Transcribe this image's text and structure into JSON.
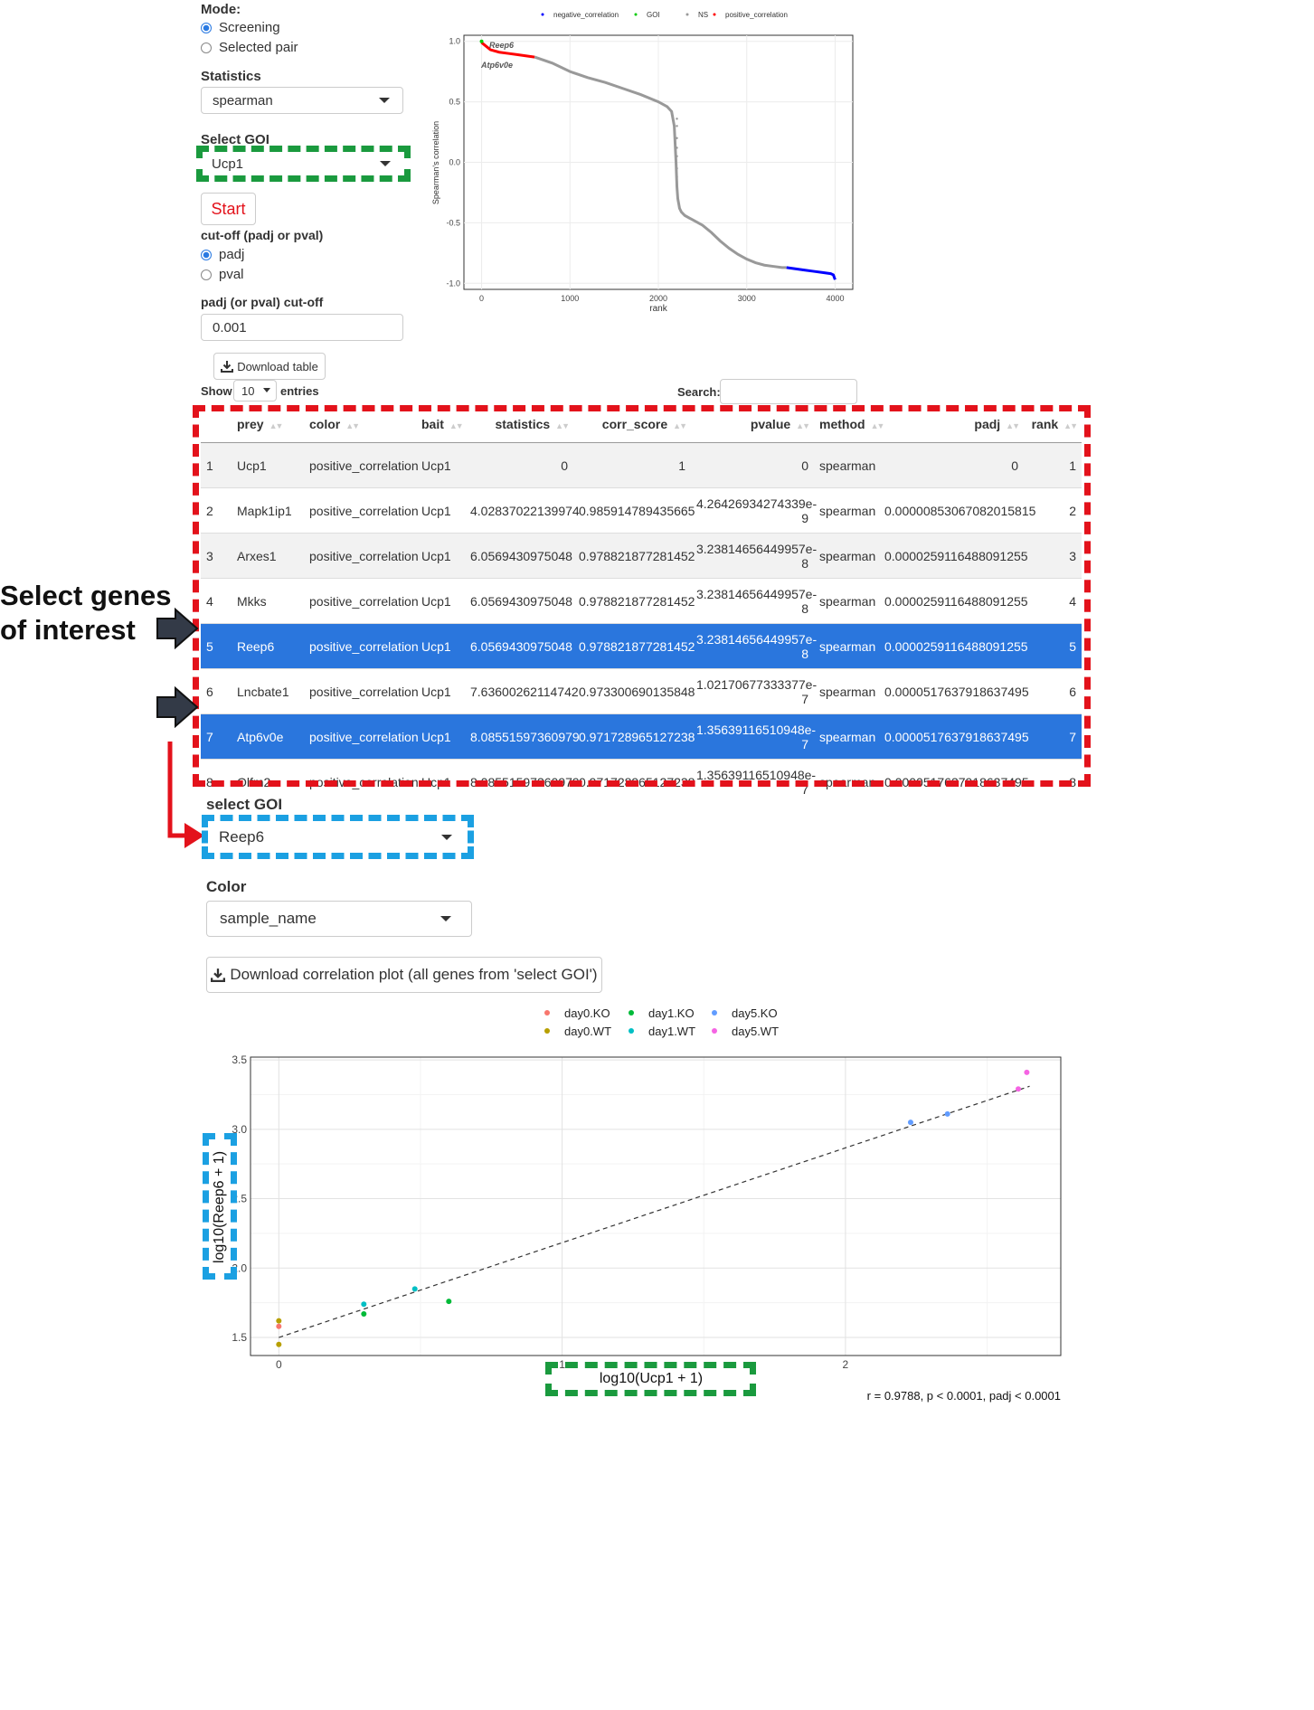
{
  "sidebar": {
    "mode_label": "Mode:",
    "mode_options": [
      "Screening",
      "Selected pair"
    ],
    "statistics_label": "Statistics",
    "statistics_value": "spearman",
    "goi_label": "Select GOI",
    "goi_value": "Ucp1",
    "start_label": "Start",
    "cutoff_label": "cut-off (padj or pval)",
    "cutoff_options": [
      "padj",
      "pval"
    ],
    "cutoff_value_label": "padj (or pval) cut-off",
    "cutoff_value": "0.001",
    "download_table_label": "Download table"
  },
  "table_controls": {
    "show_label": "Show",
    "show_value": "10",
    "entries_label": "entries",
    "search_label": "Search:"
  },
  "table": {
    "headers": [
      "",
      "prey",
      "color",
      "bait",
      "statistics",
      "corr_score",
      "pvalue",
      "method",
      "padj",
      "rank"
    ],
    "rows": [
      {
        "idx": "1",
        "prey": "Ucp1",
        "color": "positive_correlation",
        "bait": "Ucp1",
        "statistics": "0",
        "corr_score": "1",
        "pvalue_a": "0",
        "pvalue_b": "",
        "method": "spearman",
        "padj": "0",
        "rank": "1",
        "selected": false
      },
      {
        "idx": "2",
        "prey": "Mapk1ip1",
        "color": "positive_correlation",
        "bait": "Ucp1",
        "statistics": "4.02837022139974",
        "corr_score": "0.985914789435665",
        "pvalue_a": "4.26426934274339e-",
        "pvalue_b": "9",
        "method": "spearman",
        "padj": "0.00000853067082015815",
        "rank": "2",
        "selected": false
      },
      {
        "idx": "3",
        "prey": "Arxes1",
        "color": "positive_correlation",
        "bait": "Ucp1",
        "statistics": "6.0569430975048",
        "corr_score": "0.978821877281452",
        "pvalue_a": "3.23814656449957e-",
        "pvalue_b": "8",
        "method": "spearman",
        "padj": "0.0000259116488091255",
        "rank": "3",
        "selected": false
      },
      {
        "idx": "4",
        "prey": "Mkks",
        "color": "positive_correlation",
        "bait": "Ucp1",
        "statistics": "6.0569430975048",
        "corr_score": "0.978821877281452",
        "pvalue_a": "3.23814656449957e-",
        "pvalue_b": "8",
        "method": "spearman",
        "padj": "0.0000259116488091255",
        "rank": "4",
        "selected": false
      },
      {
        "idx": "5",
        "prey": "Reep6",
        "color": "positive_correlation",
        "bait": "Ucp1",
        "statistics": "6.0569430975048",
        "corr_score": "0.978821877281452",
        "pvalue_a": "3.23814656449957e-",
        "pvalue_b": "8",
        "method": "spearman",
        "padj": "0.0000259116488091255",
        "rank": "5",
        "selected": true
      },
      {
        "idx": "6",
        "prey": "Lncbate1",
        "color": "positive_correlation",
        "bait": "Ucp1",
        "statistics": "7.63600262114742",
        "corr_score": "0.973300690135848",
        "pvalue_a": "1.02170677333377e-",
        "pvalue_b": "7",
        "method": "spearman",
        "padj": "0.0000517637918637495",
        "rank": "6",
        "selected": false
      },
      {
        "idx": "7",
        "prey": "Atp6v0e",
        "color": "positive_correlation",
        "bait": "Ucp1",
        "statistics": "8.08551597360979",
        "corr_score": "0.971728965127238",
        "pvalue_a": "1.35639116510948e-",
        "pvalue_b": "7",
        "method": "spearman",
        "padj": "0.0000517637918637495",
        "rank": "7",
        "selected": true
      },
      {
        "idx": "8",
        "prey": "Olfm2",
        "color": "positive_correlation",
        "bait": "Ucp1",
        "statistics": "8.08551597360979",
        "corr_score": "0.971728965127238",
        "pvalue_a": "1.35639116510948e-",
        "pvalue_b": "7",
        "method": "spearman",
        "padj": "0.0000517637918637495",
        "rank": "8",
        "selected": false
      }
    ]
  },
  "annotation": {
    "line1": "Select genes",
    "line2": "of interest"
  },
  "lower": {
    "goi_label": "select GOI",
    "goi_value": "Reep6",
    "color_label": "Color",
    "color_value": "sample_name",
    "download_plot_label": "Download correlation plot (all genes from 'select GOI')"
  },
  "colors": {
    "selected_row": "#2a76dd",
    "red_frame": "#e3121b",
    "green_frame": "#1a9a3e",
    "blue_frame": "#1ba0e2",
    "start_text": "#e3121b"
  },
  "chart_data": [
    {
      "type": "scatter",
      "title": "",
      "xlabel": "rank",
      "ylabel": "Spearman's correlation",
      "xlim": [
        -200,
        4200
      ],
      "ylim": [
        -1.05,
        1.05
      ],
      "x_ticks": [
        0,
        1000,
        2000,
        3000,
        4000
      ],
      "y_ticks": [
        -1.0,
        -0.5,
        0.0,
        0.5,
        1.0
      ],
      "grid": true,
      "legend_position": "top",
      "legend": [
        "negative_correlation",
        "GOI",
        "NS",
        "positive_correlation"
      ],
      "legend_colors": [
        "#0000ff",
        "#00cc00",
        "#999999",
        "#ff0000"
      ],
      "annotations": [
        "Reep6",
        "Atp6v0e"
      ],
      "series": [
        {
          "name": "positive_correlation",
          "color": "#ff0000",
          "x": [
            0,
            50,
            100,
            200,
            300,
            400,
            500,
            600
          ],
          "y": [
            0.99,
            0.96,
            0.93,
            0.91,
            0.9,
            0.89,
            0.88,
            0.87
          ]
        },
        {
          "name": "NS",
          "color": "#999999",
          "x": [
            600,
            800,
            1000,
            1200,
            1400,
            1600,
            1800,
            2000,
            2100,
            2150,
            2180,
            2200,
            2210,
            2220,
            2240,
            2260,
            2300,
            2400,
            2500,
            2600,
            2700,
            2800,
            2900,
            3000,
            3100,
            3200,
            3300,
            3400,
            3450
          ],
          "y": [
            0.87,
            0.82,
            0.75,
            0.7,
            0.66,
            0.61,
            0.56,
            0.5,
            0.46,
            0.42,
            0.3,
            0.0,
            -0.2,
            -0.3,
            -0.38,
            -0.41,
            -0.44,
            -0.48,
            -0.52,
            -0.58,
            -0.65,
            -0.71,
            -0.76,
            -0.8,
            -0.83,
            -0.85,
            -0.86,
            -0.87,
            -0.87
          ]
        },
        {
          "name": "negative_correlation",
          "color": "#0000ff",
          "x": [
            3450,
            3550,
            3650,
            3750,
            3850,
            3950,
            3980,
            4000
          ],
          "y": [
            -0.87,
            -0.88,
            -0.89,
            -0.9,
            -0.91,
            -0.92,
            -0.93,
            -0.97
          ]
        },
        {
          "name": "GOI",
          "color": "#00cc00",
          "x": [
            0
          ],
          "y": [
            1.0
          ]
        }
      ]
    },
    {
      "type": "scatter",
      "title": "",
      "xlabel": "log10(Ucp1 + 1)",
      "ylabel": "log10(Reep6 + 1)",
      "xlim": [
        -0.1,
        2.76
      ],
      "ylim": [
        1.37,
        3.52
      ],
      "x_ticks": [
        0,
        1,
        2
      ],
      "y_ticks": [
        1.5,
        2.0,
        2.5,
        3.0,
        3.5
      ],
      "grid": true,
      "legend_position": "top",
      "annotation": "r = 0.9788, p < 0.0001, padj < 0.0001",
      "trend_line": {
        "x": [
          0,
          2.65
        ],
        "y": [
          1.5,
          3.31
        ]
      },
      "series": [
        {
          "name": "day0.KO",
          "color": "#f8766d",
          "x": [
            0
          ],
          "y": [
            1.58
          ]
        },
        {
          "name": "day0.WT",
          "color": "#b79f00",
          "x": [
            0,
            0
          ],
          "y": [
            1.62,
            1.45
          ]
        },
        {
          "name": "day1.KO",
          "color": "#00ba38",
          "x": [
            0.3,
            0.6
          ],
          "y": [
            1.67,
            1.76
          ]
        },
        {
          "name": "day1.WT",
          "color": "#00bfc4",
          "x": [
            0.3,
            0.48
          ],
          "y": [
            1.74,
            1.85
          ]
        },
        {
          "name": "day5.KO",
          "color": "#619cff",
          "x": [
            2.23,
            2.36
          ],
          "y": [
            3.05,
            3.11
          ]
        },
        {
          "name": "day5.WT",
          "color": "#f564e3",
          "x": [
            2.61,
            2.64
          ],
          "y": [
            3.29,
            3.41
          ]
        }
      ]
    }
  ]
}
